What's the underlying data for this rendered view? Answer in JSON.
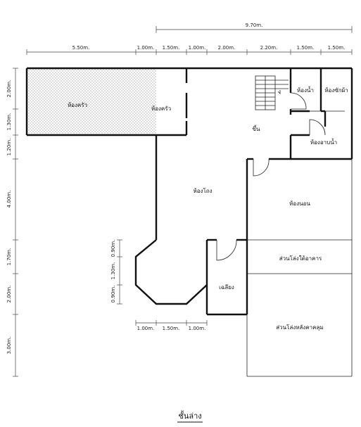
{
  "dimensions": {
    "overall_top": "9.70m.",
    "top_row": [
      "5.50m.",
      "1.00m.",
      "1.50m.",
      "1.00m.",
      "2.00m.",
      "2.20m.",
      "1.50m.",
      "1.50m."
    ],
    "left_column": [
      "2.00m.",
      "1.30m.",
      "1.20m.",
      "4.00m.",
      "1.70m.",
      "2.00m.",
      "3.00m."
    ],
    "bay_vertical": [
      "0.90m.",
      "1.30m.",
      "0.90m."
    ],
    "bay_bottom": [
      "1.00m.",
      "1.50m.",
      "1.00m."
    ]
  },
  "rooms": {
    "kitchen_1": "ห้องครัว",
    "kitchen_2": "ห้องครัว",
    "bathroom": "ห้องน้ำ",
    "laundry": "ห้องซักผ้า",
    "stairs_up": "ขึ้น",
    "shower": "ห้องอาบน้ำ",
    "hall": "ห้องโถง",
    "bedroom": "ห้องนอน",
    "carport": "ส่วนโล่งใต้อาคาร",
    "terrace": "เฉลียง",
    "open_under_roof": "ส่วนโล่งหลังคาคลุม"
  },
  "plan_title": "ชั้นล่าง"
}
